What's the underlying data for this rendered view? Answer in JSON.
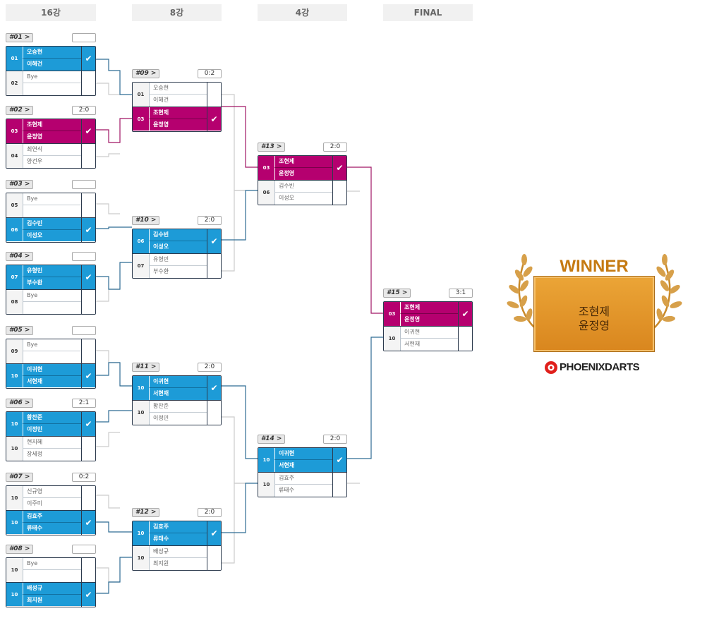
{
  "rounds": [
    "16강",
    "8강",
    "4강",
    "FINAL"
  ],
  "matches": [
    {
      "id": "#01 >",
      "score": "",
      "t1": {
        "seed": "01",
        "names": [
          "오승현",
          "이해건"
        ],
        "won": true
      },
      "t2": {
        "seed": "02",
        "names": [
          "Bye",
          ""
        ],
        "won": false
      }
    },
    {
      "id": "#02 >",
      "score": "2:0",
      "t1": {
        "seed": "03",
        "names": [
          "조현제",
          "윤정영"
        ],
        "won": true
      },
      "t2": {
        "seed": "04",
        "names": [
          "최연식",
          "양건우"
        ],
        "won": false
      }
    },
    {
      "id": "#03 >",
      "score": "",
      "t1": {
        "seed": "05",
        "names": [
          "Bye",
          ""
        ],
        "won": false
      },
      "t2": {
        "seed": "06",
        "names": [
          "김수빈",
          "이성오"
        ],
        "won": true
      }
    },
    {
      "id": "#04 >",
      "score": "",
      "t1": {
        "seed": "07",
        "names": [
          "유형민",
          "부수환"
        ],
        "won": true
      },
      "t2": {
        "seed": "08",
        "names": [
          "Bye",
          ""
        ],
        "won": false
      }
    },
    {
      "id": "#05 >",
      "score": "",
      "t1": {
        "seed": "09",
        "names": [
          "Bye",
          ""
        ],
        "won": false
      },
      "t2": {
        "seed": "10",
        "names": [
          "이귀현",
          "서현재"
        ],
        "won": true
      }
    },
    {
      "id": "#06 >",
      "score": "2:1",
      "t1": {
        "seed": "10",
        "names": [
          "황찬준",
          "이정민"
        ],
        "won": true
      },
      "t2": {
        "seed": "10",
        "names": [
          "현지혜",
          "장세정"
        ],
        "won": false
      }
    },
    {
      "id": "#07 >",
      "score": "0:2",
      "t1": {
        "seed": "10",
        "names": [
          "신규영",
          "이주미"
        ],
        "won": false
      },
      "t2": {
        "seed": "10",
        "names": [
          "김효주",
          "류태수"
        ],
        "won": true
      }
    },
    {
      "id": "#08 >",
      "score": "",
      "t1": {
        "seed": "10",
        "names": [
          "Bye",
          ""
        ],
        "won": false
      },
      "t2": {
        "seed": "10",
        "names": [
          "배성규",
          "최지원"
        ],
        "won": true
      }
    },
    {
      "id": "#09 >",
      "score": "0:2",
      "t1": {
        "seed": "01",
        "names": [
          "오승현",
          "이해건"
        ],
        "won": false
      },
      "t2": {
        "seed": "03",
        "names": [
          "조현제",
          "윤정영"
        ],
        "won": true
      }
    },
    {
      "id": "#10 >",
      "score": "2:0",
      "t1": {
        "seed": "06",
        "names": [
          "김수빈",
          "이성오"
        ],
        "won": true
      },
      "t2": {
        "seed": "07",
        "names": [
          "유형민",
          "부수환"
        ],
        "won": false
      }
    },
    {
      "id": "#11 >",
      "score": "2:0",
      "t1": {
        "seed": "10",
        "names": [
          "이귀현",
          "서현재"
        ],
        "won": true
      },
      "t2": {
        "seed": "10",
        "names": [
          "황찬준",
          "이정민"
        ],
        "won": false
      }
    },
    {
      "id": "#12 >",
      "score": "2:0",
      "t1": {
        "seed": "10",
        "names": [
          "김효주",
          "류태수"
        ],
        "won": true
      },
      "t2": {
        "seed": "10",
        "names": [
          "배성규",
          "최지원"
        ],
        "won": false
      }
    },
    {
      "id": "#13 >",
      "score": "2:0",
      "t1": {
        "seed": "03",
        "names": [
          "조현제",
          "윤정영"
        ],
        "won": true
      },
      "t2": {
        "seed": "06",
        "names": [
          "김수빈",
          "이성오"
        ],
        "won": false
      }
    },
    {
      "id": "#14 >",
      "score": "2:0",
      "t1": {
        "seed": "10",
        "names": [
          "이귀현",
          "서현재"
        ],
        "won": true
      },
      "t2": {
        "seed": "10",
        "names": [
          "김효주",
          "류태수"
        ],
        "won": false
      }
    },
    {
      "id": "#15 >",
      "score": "3:1",
      "t1": {
        "seed": "03",
        "names": [
          "조현제",
          "윤정영"
        ],
        "won": true
      },
      "t2": {
        "seed": "10",
        "names": [
          "이귀현",
          "서현재"
        ],
        "won": false
      }
    }
  ],
  "winner": {
    "title": "WINNER",
    "names": [
      "조현제",
      "윤정영"
    ]
  },
  "brand": "PHOENIXDARTS",
  "colors": {
    "win": "#1d9bd7",
    "champion_path": "#b5006f",
    "line_blue": "#2e6c94",
    "line_magenta": "#a01565",
    "line_gray": "#cccccc"
  }
}
